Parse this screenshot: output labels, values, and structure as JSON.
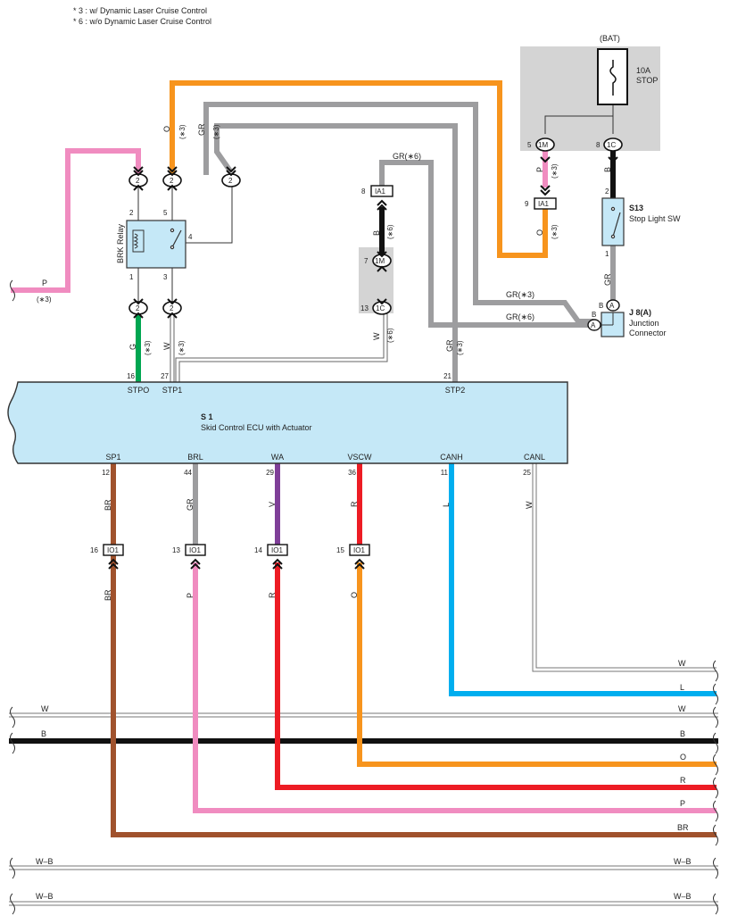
{
  "notes": {
    "note3": "* 3 : w/ Dynamic Laser Cruise Control",
    "note6": "* 6 : w/o Dynamic Laser Cruise Control"
  },
  "bat": {
    "label": "(BAT)",
    "fuse_amp": "10A",
    "fuse_name": "STOP"
  },
  "brk_relay": {
    "label": "BRK Relay",
    "pin2": "2",
    "pin5": "5",
    "pin4": "4",
    "pin1": "1",
    "pin3": "3"
  },
  "s13": {
    "id": "S13",
    "name": "Stop Light SW",
    "pin2": "2",
    "pin1": "1"
  },
  "j8": {
    "id": "J 8(A)",
    "name1": "Junction",
    "name2": "Connector",
    "pinA": "A",
    "pinB": "B"
  },
  "ecu": {
    "id": "S 1",
    "name": "Skid Control ECU with Actuator",
    "top_pins": [
      {
        "num": "16",
        "name": "STPO"
      },
      {
        "num": "27",
        "name": "STP1"
      },
      {
        "num": "21",
        "name": "STP2"
      }
    ],
    "bottom_pins": [
      {
        "num": "12",
        "name": "SP1"
      },
      {
        "num": "44",
        "name": "BRL"
      },
      {
        "num": "29",
        "name": "WA"
      },
      {
        "num": "36",
        "name": "VSCW"
      },
      {
        "num": "11",
        "name": "CANH"
      },
      {
        "num": "25",
        "name": "CANL"
      }
    ]
  },
  "connectors": {
    "c2": "2",
    "c1m": "1M",
    "c1c": "1C",
    "ia1": "IA1",
    "io1": "IO1",
    "A": "A",
    "pin5": "5",
    "pin8": "8",
    "pin9": "9",
    "pin7": "7",
    "pin13": "13",
    "io_pins": [
      "16",
      "13",
      "14",
      "15"
    ]
  },
  "wire_labels": {
    "O": "O",
    "GR": "GR",
    "P": "P",
    "B": "B",
    "G": "G",
    "W": "W",
    "BR": "BR",
    "V": "V",
    "R": "R",
    "L": "L",
    "WB": "W–B",
    "GR6": "GR(∗6)",
    "GR3": "GR(∗3)",
    "star3": "(∗3)",
    "star6": "(∗6)"
  },
  "colors": {
    "orange": "#f7941d",
    "pink": "#f08cc0",
    "gray": "#9d9d9f",
    "green": "#00a651",
    "black": "#111111",
    "brown": "#a0522d",
    "purple": "#7f3f98",
    "red": "#ed1c24",
    "blue": "#00aeef",
    "ecu_fill": "#c5e8f7",
    "box_gray": "#d4d4d4"
  }
}
